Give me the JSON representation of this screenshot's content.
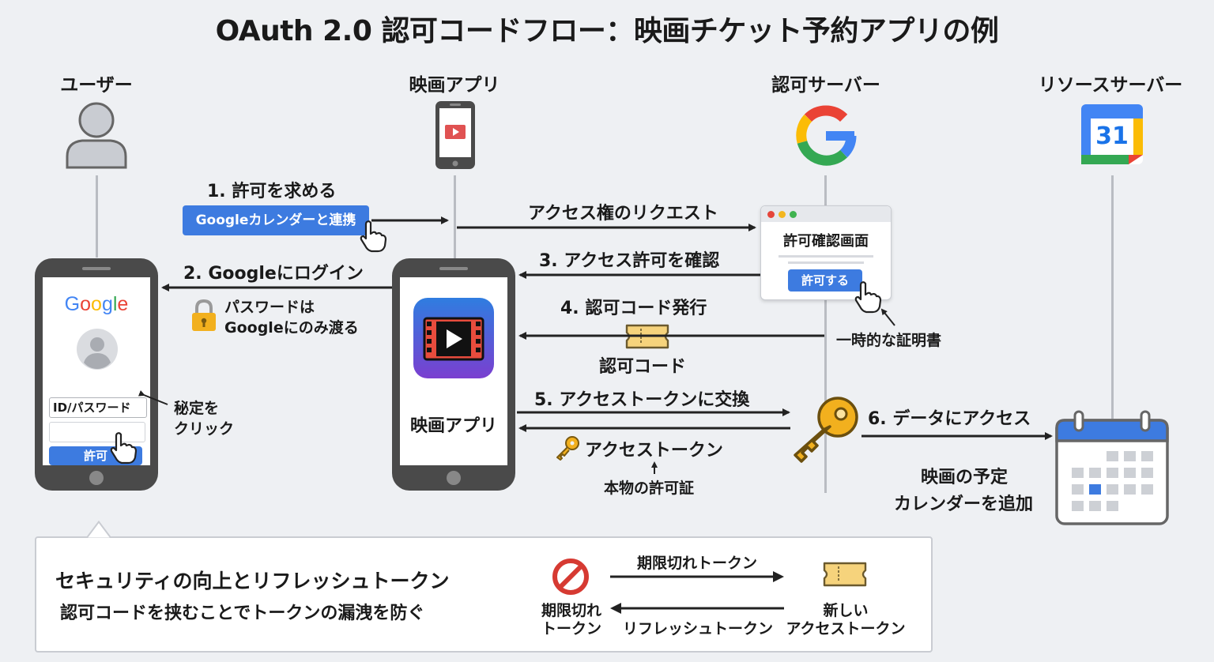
{
  "title": "OAuth 2.0 認可コードフロー：映画チケット予約アプリの例",
  "actors": {
    "user": "ユーザー",
    "movie_app": "映画アプリ",
    "auth_server": "認可サーバー",
    "resource_server": "リソースサーバー"
  },
  "calendar_icon_number": "31",
  "steps": {
    "s1": "1. 許可を求める",
    "s1_button": "Googleカレンダーと連携",
    "request": "アクセス権のリクエスト",
    "s2": "2. Googleにログイン",
    "s2_note_line1": "パスワードは",
    "s2_note_line2": "Googleにのみ渡る",
    "s3": "3. アクセス許可を確認",
    "s4": "4. 認可コード発行",
    "auth_code": "認可コード",
    "s5": "5. アクセストークンに交換",
    "access_token": "アクセストークン",
    "real_permit": "本物の許可証",
    "s6": "6. データにアクセス",
    "s6_result_line1": "映画の予定",
    "s6_result_line2": "カレンダーを追加"
  },
  "login_phone": {
    "logo": "Google",
    "field_label": "ID/パスワード",
    "submit": "許可",
    "note_line1": "秘定を",
    "note_line2": "クリック"
  },
  "app_phone": {
    "label": "映画アプリ"
  },
  "consent": {
    "title": "許可確認画面",
    "button": "許可する",
    "note": "一時的な証明書"
  },
  "security": {
    "heading": "セキュリティの向上とリフレッシュトークン",
    "sub": "認可コードを挟むことでトークンの漏洩を防ぐ",
    "expired_arrow": "期限切れトークン",
    "expired_label_line1": "期限切れ",
    "expired_label_line2": "トークン",
    "refresh_arrow": "リフレッシュトークン",
    "new_label_line1": "新しい",
    "new_label_line2": "アクセストークン"
  },
  "colors": {
    "accent_blue": "#3d7be0",
    "ticket": "#f6d37c",
    "key": "#f2b01e",
    "google_blue": "#4285F4",
    "google_red": "#EA4335",
    "google_yellow": "#FBBC05",
    "google_green": "#34A853"
  }
}
